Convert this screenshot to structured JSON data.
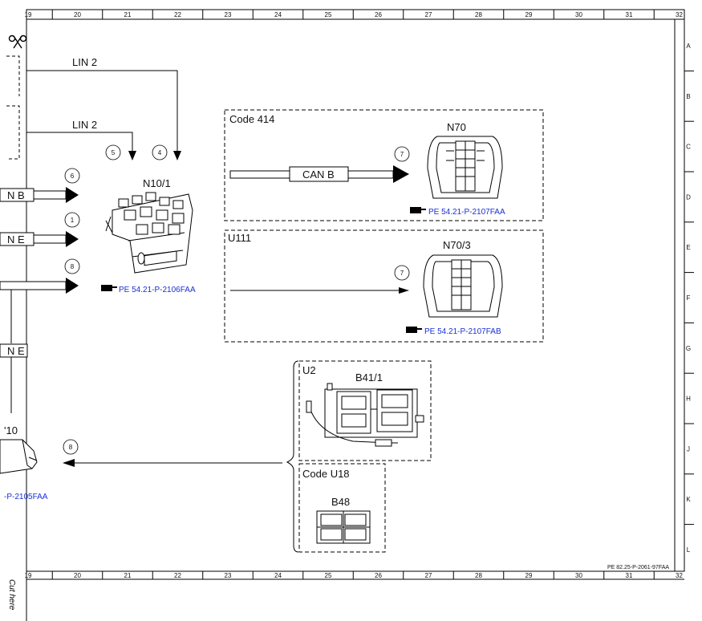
{
  "ruler": {
    "columns": [
      "19",
      "20",
      "21",
      "22",
      "23",
      "24",
      "25",
      "26",
      "27",
      "28",
      "29",
      "30",
      "31",
      "32"
    ],
    "rows": [
      "A",
      "B",
      "C",
      "D",
      "E",
      "F",
      "G",
      "H",
      "J",
      "K",
      "L"
    ]
  },
  "sheet_ref": "PE 82.25-P-2061-97FAA",
  "cut_here": "Cut here",
  "wires": {
    "lin2_top": "LIN 2",
    "lin2_lower": "LIN 2",
    "can_b_box": "CAN B"
  },
  "left_edge_labels": {
    "can_b": "N B",
    "lin_e1": "N E",
    "lin_e2": "N E",
    "comp_partial": "'10",
    "ref_partial": "-P-2105FAA"
  },
  "circles": {
    "c5": "5",
    "c4": "4",
    "c6": "6",
    "c1": "1",
    "c8a": "8",
    "c7a": "7",
    "c7b": "7",
    "c8b": "8"
  },
  "components": {
    "n10_1": {
      "label": "N10/1",
      "ref": "PE 54.21-P-2106FAA"
    },
    "n70": {
      "label": "N70",
      "ref": "PE 54.21-P-2107FAA"
    },
    "n70_3": {
      "label": "N70/3",
      "ref": "PE 54.21-P-2107FAB"
    },
    "b41_1": {
      "label": "B41/1"
    },
    "b48": {
      "label": "B48"
    }
  },
  "boxes": {
    "code414": "Code 414",
    "u111": "U111",
    "u2": "U2",
    "code_u18": "Code U18"
  },
  "ref_icon": "pointing-hand-icon"
}
